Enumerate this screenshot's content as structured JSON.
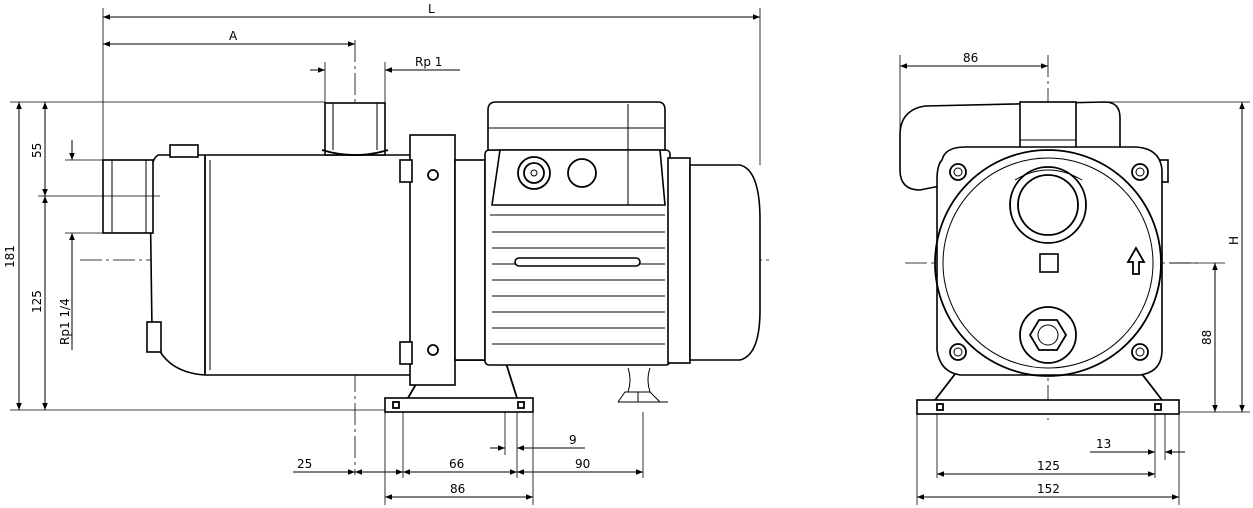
{
  "diagram": {
    "side_view": {
      "dim_L": "L",
      "dim_A": "A",
      "dim_outlet_thread": "Rp 1",
      "dim_total_height": "181",
      "dim_55": "55",
      "dim_125": "125",
      "dim_inlet_thread": "Rp1 1/4",
      "dim_25": "25",
      "dim_66": "66",
      "dim_86_base": "86",
      "dim_9": "9",
      "dim_90": "90"
    },
    "front_view": {
      "dim_86_top": "86",
      "dim_H": "H",
      "dim_88": "88",
      "dim_13": "13",
      "dim_125": "125",
      "dim_152": "152"
    }
  }
}
